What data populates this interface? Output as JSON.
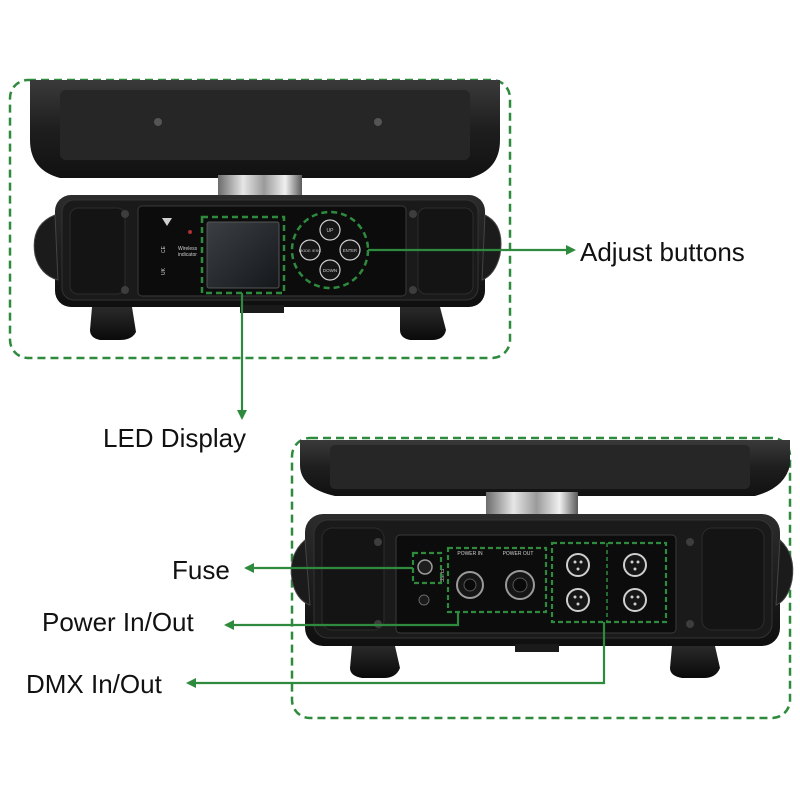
{
  "labels": {
    "adjust_buttons": "Adjust buttons",
    "led_display": "LED Display",
    "fuse": "Fuse",
    "power_in_out": "Power In/Out",
    "dmx_in_out": "DMX In/Out"
  },
  "panel_text": {
    "up": "UP",
    "down": "DOWN",
    "mode_esc": "MODE\n/ESC",
    "enter": "ENTER",
    "wireless": "Wireless",
    "indicator": "indicator",
    "power_in": "POWER IN",
    "power_out": "POWER OUT",
    "fuse": "FUSE"
  },
  "colors": {
    "annotation_green": "#2e8b3e",
    "fixture_body": "#1c1c1c",
    "panel_black": "#0c0c0c",
    "chrome": "#cfcfcf"
  }
}
